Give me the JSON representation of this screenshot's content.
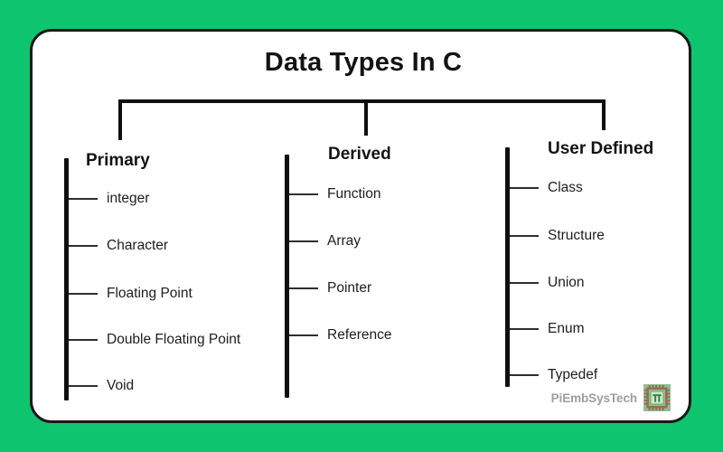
{
  "canvas": {
    "background_color": "#0fc46e",
    "card_background": "#ffffff",
    "card_border_color": "#16181a",
    "line_color": "#0d0f11"
  },
  "title": "Data Types In C",
  "diagram": {
    "type": "tree",
    "root": "Data Types In C",
    "branches": [
      {
        "id": "primary",
        "heading": "Primary",
        "leaves": [
          "integer",
          "Character",
          "Floating Point",
          "Double Floating Point",
          "Void"
        ]
      },
      {
        "id": "derived",
        "heading": "Derived",
        "leaves": [
          "Function",
          "Array",
          "Pointer",
          "Reference"
        ]
      },
      {
        "id": "user-defined",
        "heading": "User Defined",
        "leaves": [
          "Class",
          "Structure",
          "Union",
          "Enum",
          "Typedef"
        ]
      }
    ]
  },
  "brand": {
    "text": "PiEmbSysTech",
    "logo_icon": "microchip-pi-icon",
    "logo_colors": {
      "chip_fill": "#8fbf92",
      "chip_border": "#9a6b4f",
      "inner_fill": "#cfe6cd",
      "glyph": "#2f7d36"
    }
  }
}
